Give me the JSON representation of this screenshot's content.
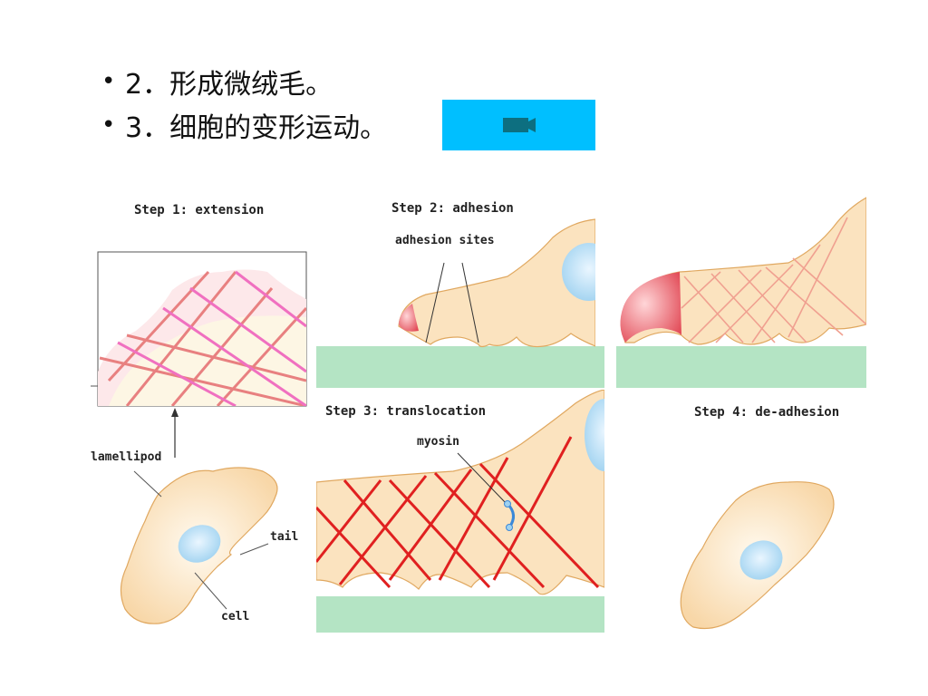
{
  "slide": {
    "bullets": [
      {
        "marker": "•",
        "text": "2．形成微绒毛。"
      },
      {
        "marker": "•",
        "text": "3．细胞的变形运动。"
      }
    ],
    "video_button": {
      "icon": "video-camera-icon",
      "color": "#00bfff"
    }
  },
  "figure": {
    "step1_title": "Step 1: extension",
    "step2_title": "Step 2: adhesion",
    "step3_title": "Step 3: translocation",
    "step4_title": "Step 4: de-adhesion",
    "labels": {
      "adhesion_sites": "adhesion sites",
      "lamellipod": "lamellipod",
      "tail": "tail",
      "cell": "cell",
      "myosin": "myosin"
    },
    "colors": {
      "cell_fill": "#fbe0b8",
      "cell_stroke": "#e0a860",
      "substrate": "#b4e4c4",
      "actin_red": "#e02020",
      "actin_pink": "#f080c0",
      "nucleus": "#cfe8f8",
      "leading_edge": "#f07880"
    }
  }
}
